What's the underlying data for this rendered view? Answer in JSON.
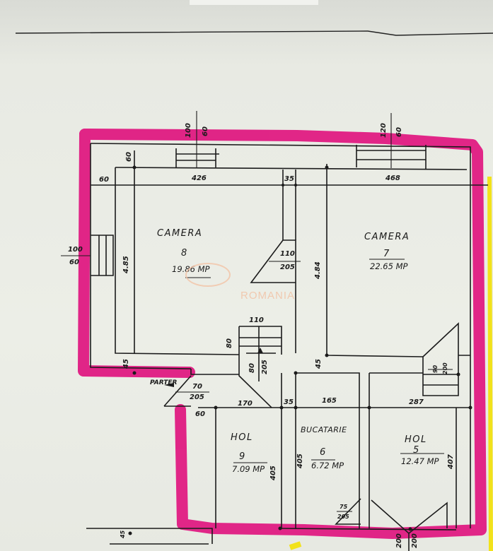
{
  "document": {
    "type": "floor-plan",
    "level_label": "PARTER",
    "watermark": "ROMANIA",
    "highlight_color": "#e0157f",
    "accent_color_yellow": "#f2e21a",
    "ink_color": "#1a1a1a",
    "paper_color": "#eceee7"
  },
  "rooms": [
    {
      "name": "CAMERA",
      "number": "8",
      "area": "19.86 MP"
    },
    {
      "name": "CAMERA",
      "number": "7",
      "area": "22.65 MP"
    },
    {
      "name": "HOL",
      "number": "9",
      "area": "7.09 MP"
    },
    {
      "name": "BUCATARIE",
      "number": "6",
      "area": "6.72 MP"
    },
    {
      "name": "HOL",
      "number": "5",
      "area": "12.47 MP"
    }
  ],
  "dimensions": {
    "top_window_left": {
      "w": "100",
      "h": "60"
    },
    "top_window_right": {
      "w": "120",
      "h": "60"
    },
    "left_window": {
      "w": "100",
      "h": "60"
    },
    "wall_top_left": "60",
    "wall_left": "60",
    "camera8_width": "426",
    "wall_mid": "35",
    "camera7_width": "468",
    "camera8_height": "4.85",
    "camera7_height": "4.84",
    "door_camera8": {
      "w": "110",
      "h": "205"
    },
    "stair_width": "110",
    "stair_step": "80",
    "stair_door": {
      "w": "80",
      "h": "205"
    },
    "wall_80": "80",
    "wall_45a": "45",
    "wall_45b": "45",
    "entry_door": {
      "w": "70",
      "h": "205"
    },
    "hol9_width": "170",
    "wall_35b": "35",
    "bucatarie_width": "165",
    "hol5_width": "287",
    "door_hol5": {
      "w": "90",
      "h": "200"
    },
    "wall_60b": "60",
    "hol9_height": "405",
    "bucatarie_height": "405",
    "hol5_height": "407",
    "door_bucatarie": {
      "w": "75",
      "h": "205"
    },
    "door_bottom_left": "200",
    "door_bottom_right": "200",
    "wall_45_bottom": "45"
  }
}
